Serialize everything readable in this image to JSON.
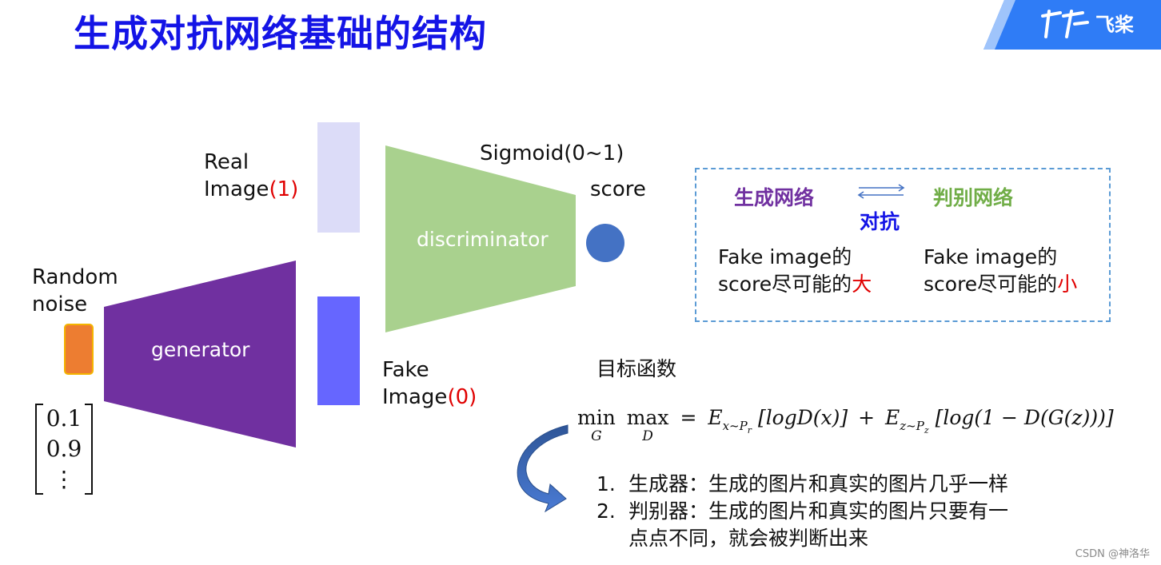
{
  "title": "生成对抗网络基础的结构",
  "logo": {
    "text": "飞桨",
    "accent": "#2f7cf6"
  },
  "inputs": {
    "real_image": {
      "line1": "Real",
      "line2": "Image",
      "tag": "(1)"
    },
    "fake_image": {
      "line1": "Fake",
      "line2": "Image",
      "tag": "(0)"
    },
    "random_noise": {
      "line1": "Random",
      "line2": "noise"
    },
    "noise_vector": [
      "0.1",
      "0.9",
      "⋮"
    ]
  },
  "blocks": {
    "generator": {
      "label": "generator",
      "color": "#7030a0"
    },
    "discriminator": {
      "label": "discriminator",
      "color": "#a9d18e"
    },
    "real_bar_color": "#dcdcf8",
    "fake_bar_color": "#6666ff",
    "noise_color": "#ed7d31",
    "score_color": "#4472c4"
  },
  "output": {
    "activation": "Sigmoid(0~1)",
    "score_label": "score"
  },
  "adversarial_box": {
    "left_title": "生成网络",
    "middle": "对抗",
    "right_title": "判别网络",
    "left_desc_line1": "Fake image的",
    "left_desc_line2": "score尽可能的",
    "left_emph": "大",
    "right_desc_line1": "Fake image的",
    "right_desc_line2": "score尽可能的",
    "right_emph": "小",
    "colors": {
      "left": "#7030a0",
      "middle": "#1414e6",
      "right": "#70ad47",
      "border": "#5b9bd5"
    }
  },
  "objective": {
    "heading": "目标函数",
    "min": "min",
    "min_sub": "G",
    "max": "max",
    "max_sub": "D",
    "equals": "=",
    "e1": "E",
    "e1_sub": "x~P",
    "e1_subsub": "r",
    "term1": "[logD(x)]",
    "plus": "+",
    "e2": "E",
    "e2_sub": "z~P",
    "e2_subsub": "z",
    "term2": "[log(1 − D(G(z)))]"
  },
  "notes": [
    {
      "num": "1.",
      "lines": [
        "生成器：生成的图片和真实的图片几乎一样"
      ]
    },
    {
      "num": "2.",
      "lines": [
        "判别器：生成的图片和真实的图片只要有一",
        "点点不同，就会被判断出来"
      ]
    }
  ],
  "watermark": "CSDN @神洛华"
}
